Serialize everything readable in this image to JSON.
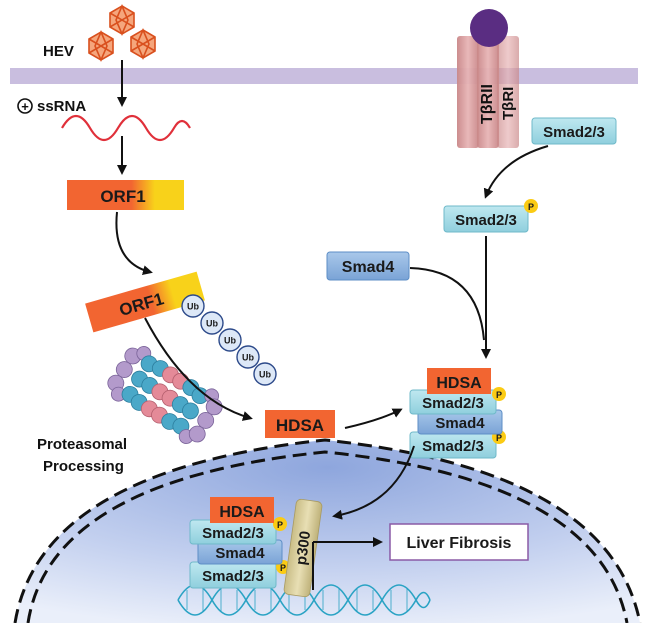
{
  "labels": {
    "virus": "HEV",
    "rna_sign": "+",
    "rna": "ssRNA",
    "orf1_top": "ORF1",
    "orf1_mid": "ORF1",
    "ub": "Ub",
    "proteasome_line1": "Proteasomal",
    "proteasome_line2": "Processing",
    "hdsa_free": "HDSA",
    "receptor_1": "TβRII",
    "receptor_2": "TβRI",
    "smad23_receptor": "Smad2/3",
    "smad23_phos": "Smad2/3",
    "smad4": "Smad4",
    "complex_hdsa": "HDSA",
    "complex_smad23_a": "Smad2/3",
    "complex_smad4": "Smad4",
    "complex_smad23_b": "Smad2/3",
    "nuc_hdsa": "HDSA",
    "nuc_smad23_a": "Smad2/3",
    "nuc_smad4": "Smad4",
    "nuc_smad23_b": "Smad2/3",
    "p300": "p300",
    "phospho": "P",
    "outcome": "Liver Fibrosis"
  },
  "colors": {
    "membrane": "#c9bedf",
    "orange": "#f26531",
    "yellow": "#f8d21a",
    "smad_light": "#a8dde8",
    "smad4": "#8fb6df",
    "receptor": "#dea3a4",
    "receptor_cap": "#5a2d82",
    "nucleus": "#a9bde6",
    "phospho": "#fbcb14",
    "outcome_border": "#8a5aa6"
  }
}
